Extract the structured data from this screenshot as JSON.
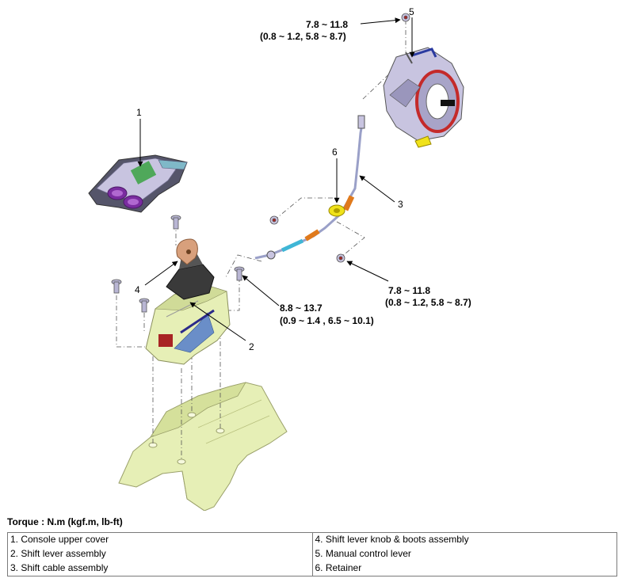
{
  "diagram": {
    "labels": {
      "part1": "1",
      "part2": "2",
      "part3": "3",
      "part4": "4",
      "part5": "5",
      "part6": "6"
    },
    "torques": {
      "top_nm": "7.8 ~ 11.8",
      "top_alt": "(0.8 ~ 1.2, 5.8 ~ 8.7)",
      "cable_nm": "7.8 ~ 11.8",
      "cable_alt": "(0.8 ~ 1.2, 5.8 ~ 8.7)",
      "lever_nm": "8.8 ~ 13.7",
      "lever_alt": "(0.9 ~ 1.4 , 6.5 ~ 10.1)"
    },
    "colors": {
      "part_lavender": "#c8c4e0",
      "floor_yellow": "#e6efb6",
      "cable_orange": "#e07a1c",
      "cable_cyan": "#3fb6d6",
      "retainer_yellow": "#f0e21a",
      "accent_purple": "#7a2ca0",
      "accent_red": "#c42a2a",
      "knob_tan": "#d8a07c"
    }
  },
  "torque_heading": "Torque : N.m (kgf.m, lb-ft)",
  "legend": {
    "left": [
      "1. Console upper cover",
      "2. Shift lever assembly",
      "3. Shift cable assembly"
    ],
    "right": [
      "4. Shift lever knob & boots assembly",
      "5. Manual control lever",
      "6. Retainer"
    ]
  }
}
